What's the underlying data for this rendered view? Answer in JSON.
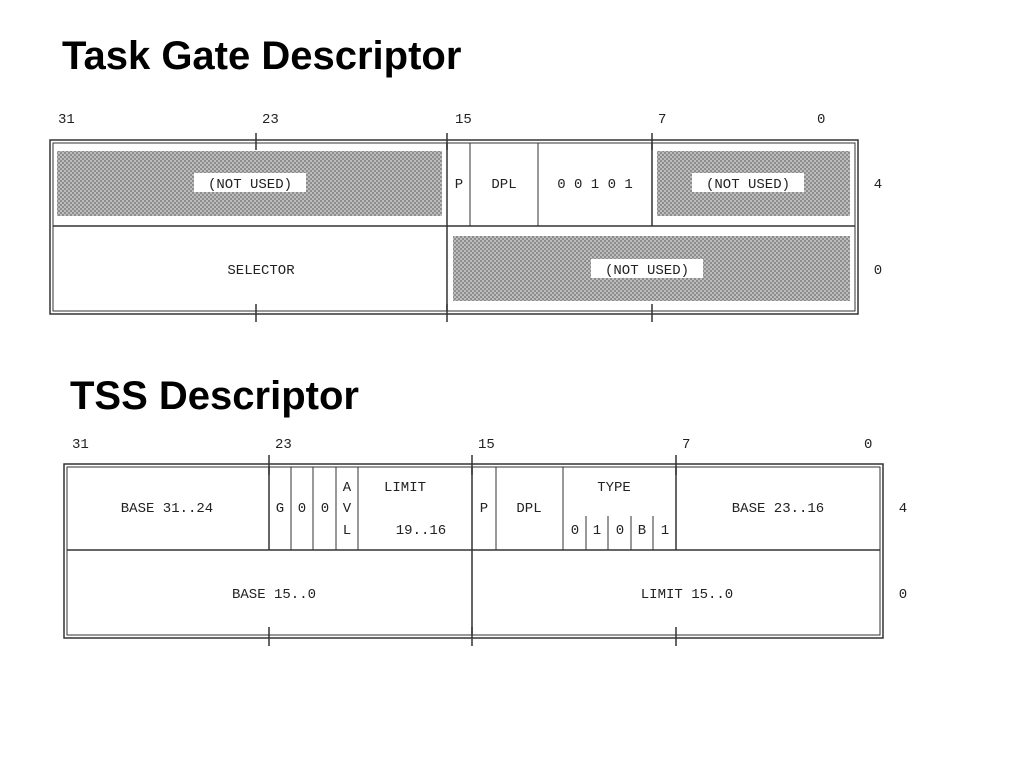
{
  "task_gate": {
    "title": "Task Gate Descriptor",
    "bit_labels": {
      "b31": "31",
      "b23": "23",
      "b15": "15",
      "b7": "7",
      "b0": "0"
    },
    "upper_word": {
      "left_field": "(NOT USED)",
      "p": "P",
      "dpl": "DPL",
      "type_bits": "0 0 1 0 1",
      "right_field": "(NOT USED)",
      "offset": "4"
    },
    "lower_word": {
      "selector": "SELECTOR",
      "right_field": "(NOT USED)",
      "offset": "0"
    }
  },
  "tss": {
    "title": "TSS Descriptor",
    "bit_labels": {
      "b31": "31",
      "b23": "23",
      "b15": "15",
      "b7": "7",
      "b0": "0"
    },
    "upper_word": {
      "base_31_24": "BASE 31..24",
      "g": "G",
      "zero1": "0",
      "zero2": "0",
      "avl": [
        "A",
        "V",
        "L"
      ],
      "limit_label": "LIMIT",
      "limit_range": "19..16",
      "p": "P",
      "dpl": "DPL",
      "type_label": "TYPE",
      "type_bits": [
        "0",
        "1",
        "0",
        "B",
        "1"
      ],
      "base_23_16": "BASE 23..16",
      "offset": "4"
    },
    "lower_word": {
      "base_15_0": "BASE 15..0",
      "limit_15_0": "LIMIT 15..0",
      "offset": "0"
    }
  },
  "colors": {
    "hatch": "#9a9a9a",
    "line": "#333333"
  }
}
